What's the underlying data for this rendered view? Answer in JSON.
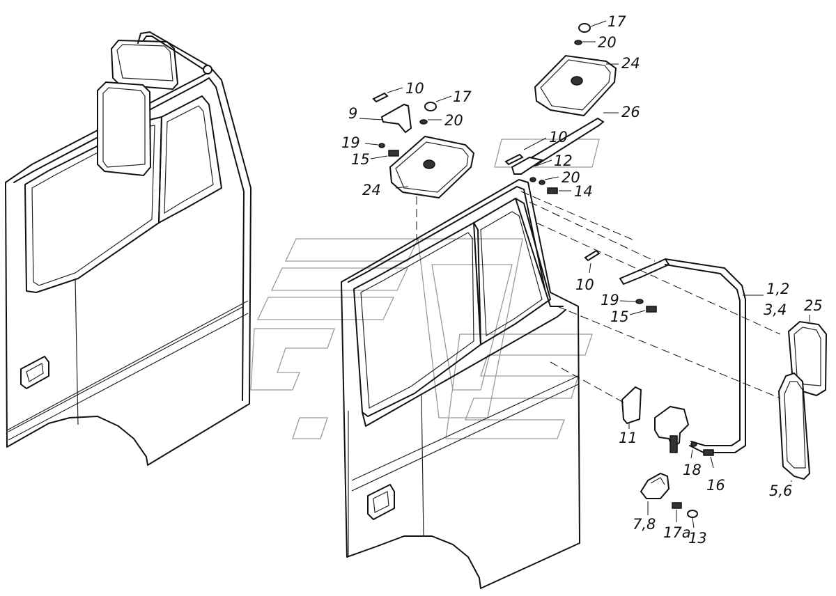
{
  "labels": {
    "l17a": "17",
    "l20a": "20",
    "l24a": "24",
    "l10a": "10",
    "l17b": "17",
    "l9": "9",
    "l20b": "20",
    "l26": "26",
    "l19a": "19",
    "l10b": "10",
    "l15a": "15",
    "l12": "12",
    "l20c": "20",
    "l24b": "24",
    "l14": "14",
    "l10c": "10",
    "l12b": "1,2",
    "l34": "3,4",
    "l25": "25",
    "l19b": "19",
    "l15b": "15",
    "l11": "11",
    "l18": "18",
    "l16": "16",
    "l56": "5,6",
    "l78": "7,8",
    "l17c": "17a",
    "l13": "13"
  }
}
